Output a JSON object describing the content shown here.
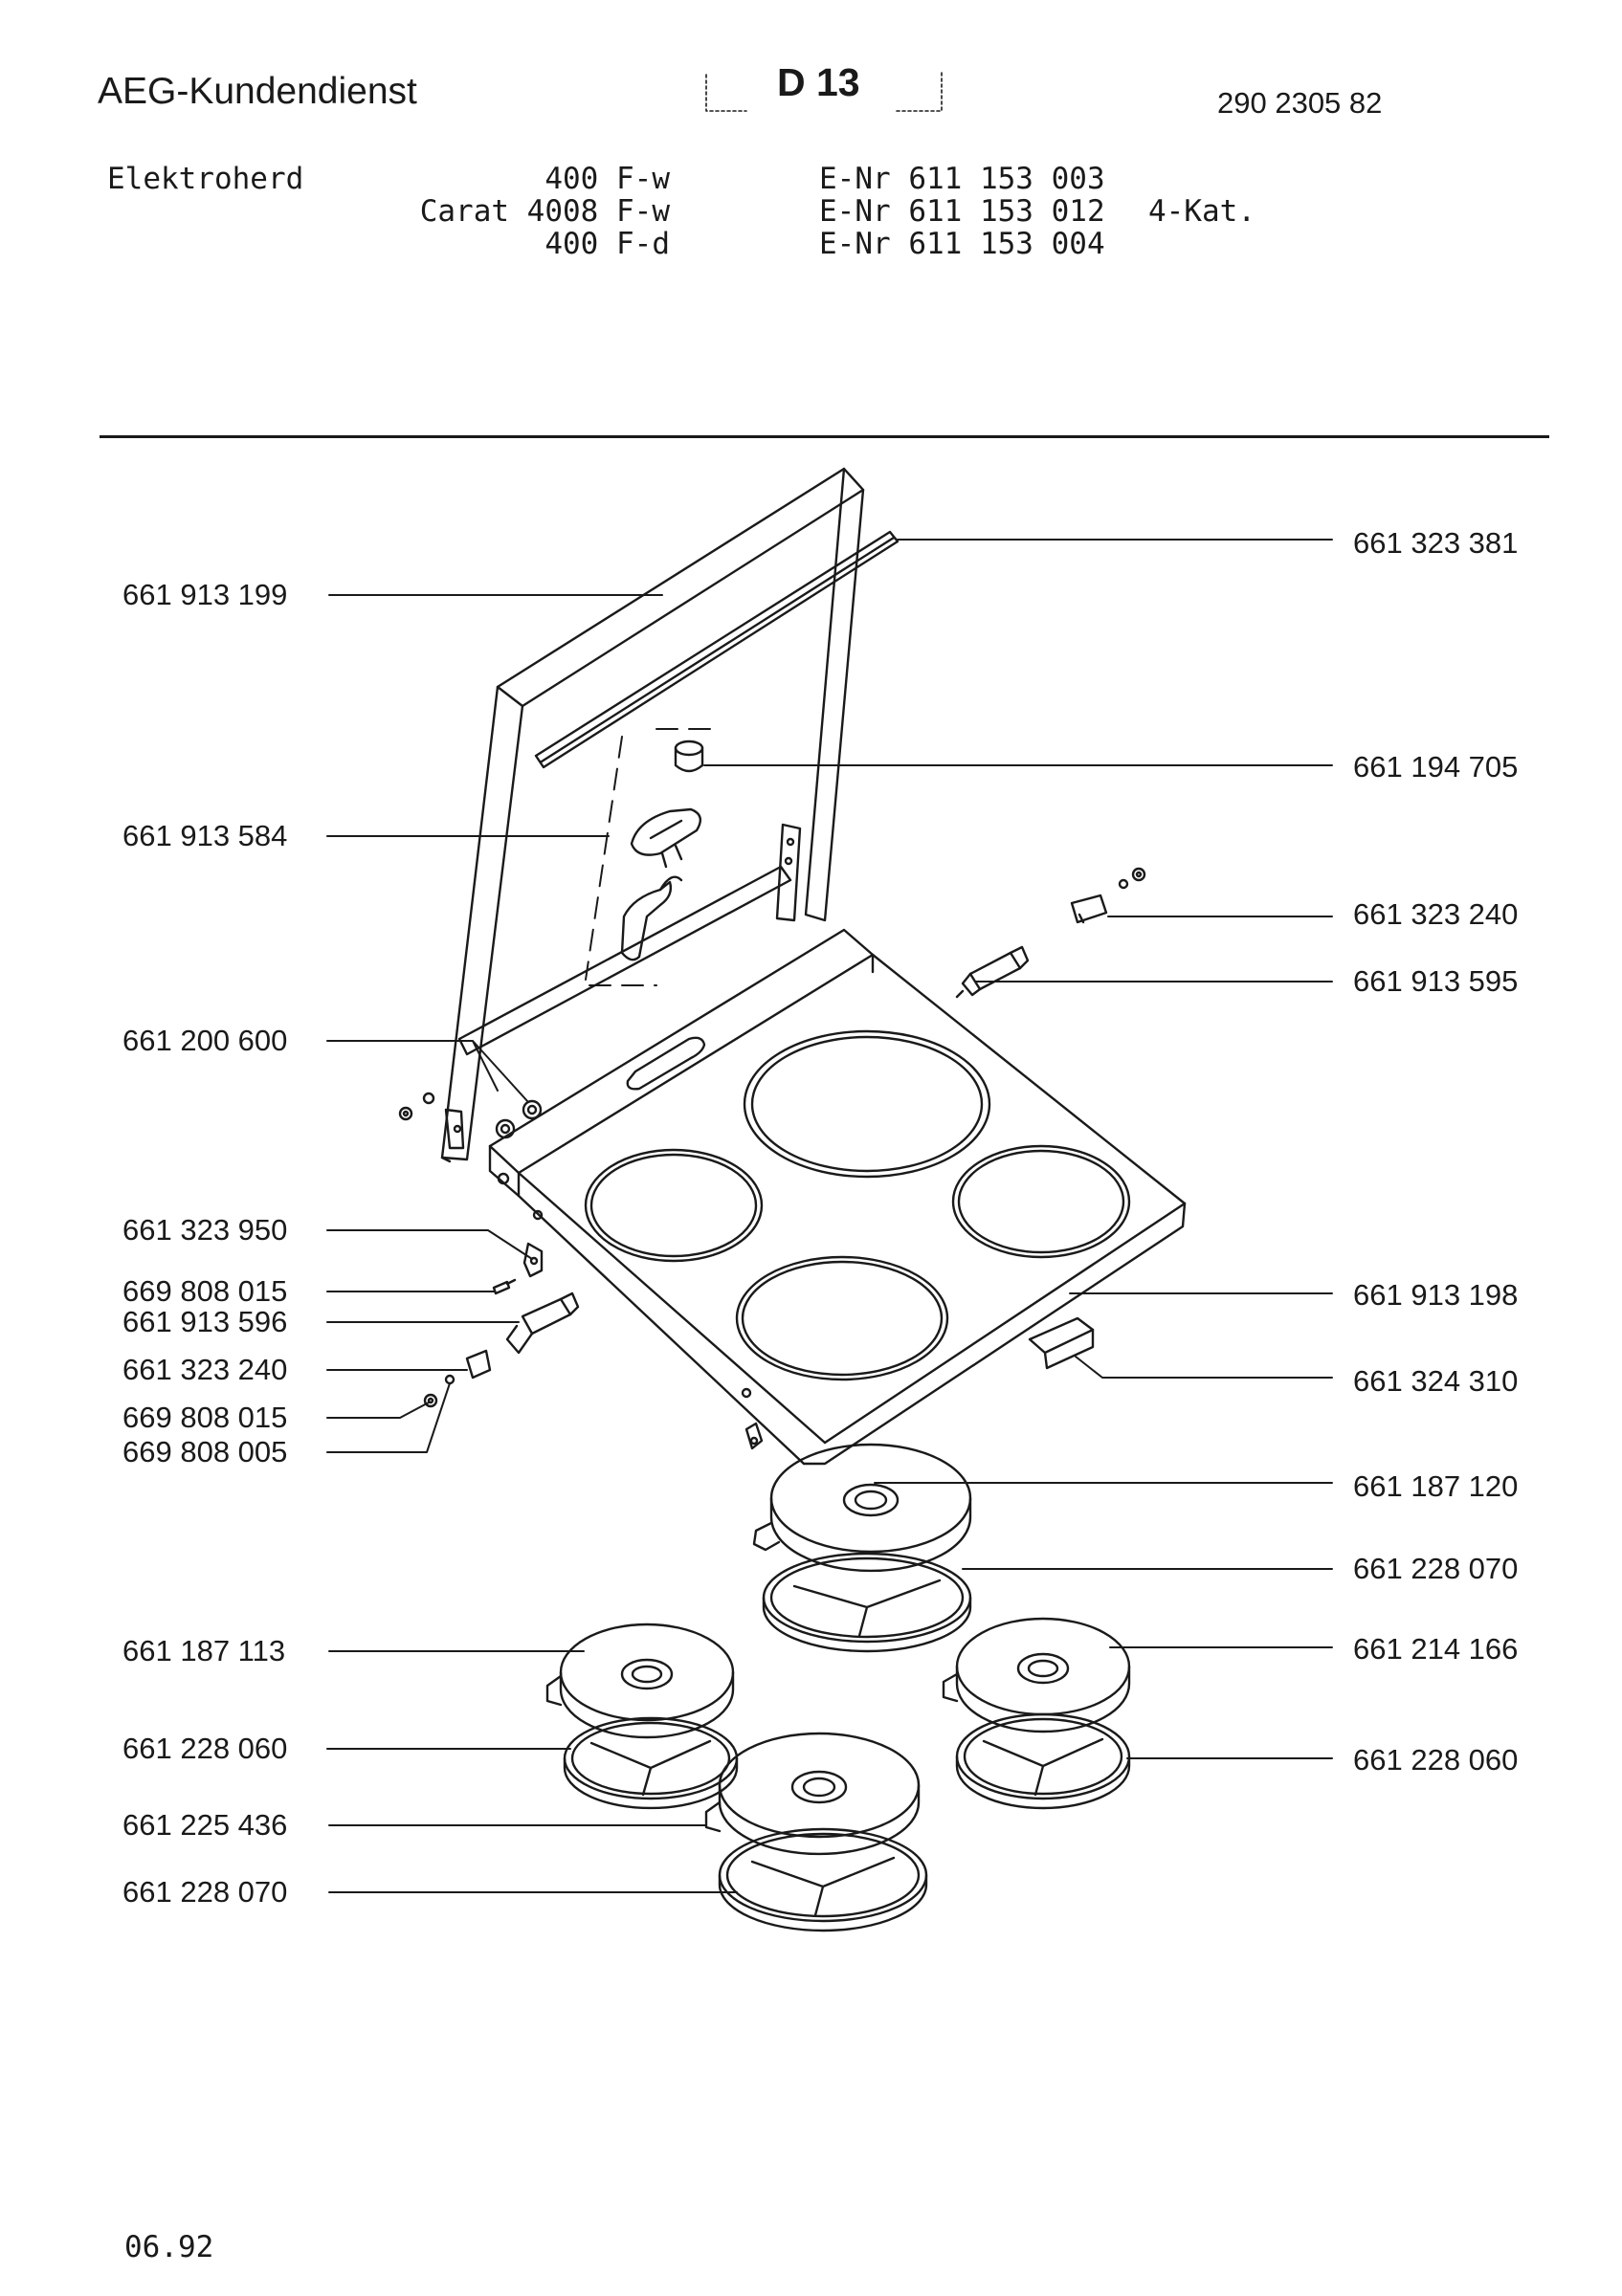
{
  "header": {
    "brand": "AEG-Kundendienst",
    "sheet": "D 13",
    "doc_number": "290 2305 82",
    "product": "Elektroherd",
    "models": [
      "400 F-w",
      "Carat 4008 F-w",
      "400 F-d"
    ],
    "enr": [
      "E-Nr 611 153 003",
      "E-Nr 611 153 012",
      "E-Nr 611 153 004"
    ],
    "category": "4-Kat."
  },
  "parts_left": [
    "661 913 199",
    "661 913 584",
    "661 200 600",
    "661 323 950",
    "669 808 015",
    "661 913 596",
    "661 323 240",
    "669 808 015",
    "669 808 005",
    "661 187 113",
    "661 228 060",
    "661 225 436",
    "661 228 070"
  ],
  "parts_right": [
    "661 323 381",
    "661 194 705",
    "661 323 240",
    "661 913 595",
    "661 913 198",
    "661 324 310",
    "661 187 120",
    "661 228 070",
    "661 214 166",
    "661 228 060"
  ],
  "footer": {
    "date": "06.92"
  }
}
